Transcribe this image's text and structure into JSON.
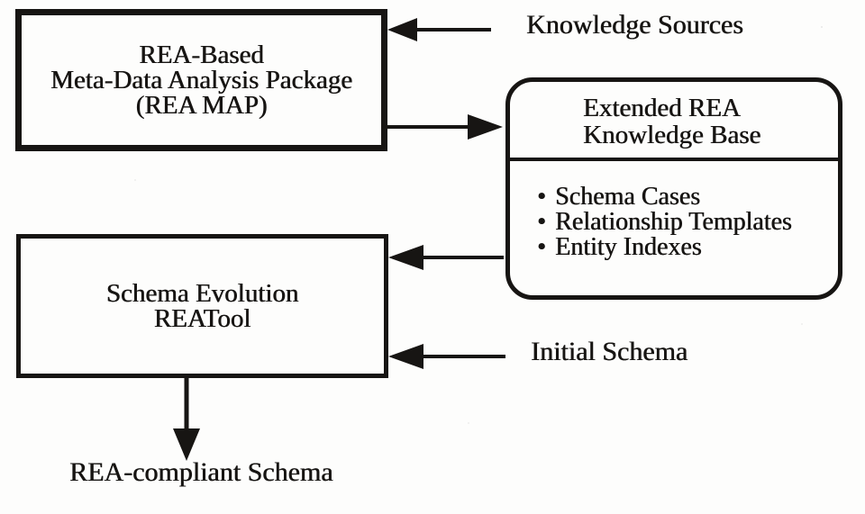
{
  "colors": {
    "ink": "#171513",
    "paper": "#fdfdfc"
  },
  "bullet_char": "•",
  "boxes": {
    "rea_map": {
      "lines": [
        "REA-Based",
        "Meta-Data Analysis Package",
        "(REA MAP)"
      ]
    },
    "knowledge_base": {
      "title_lines": [
        "Extended REA",
        "Knowledge Base"
      ],
      "items": [
        "Schema Cases",
        "Relationship Templates",
        "Entity Indexes"
      ]
    },
    "rea_tool": {
      "lines": [
        "Schema Evolution",
        "REATool"
      ]
    }
  },
  "labels": {
    "knowledge_sources": "Knowledge Sources",
    "initial_schema": "Initial Schema",
    "rea_compliant_schema": "REA-compliant Schema"
  }
}
